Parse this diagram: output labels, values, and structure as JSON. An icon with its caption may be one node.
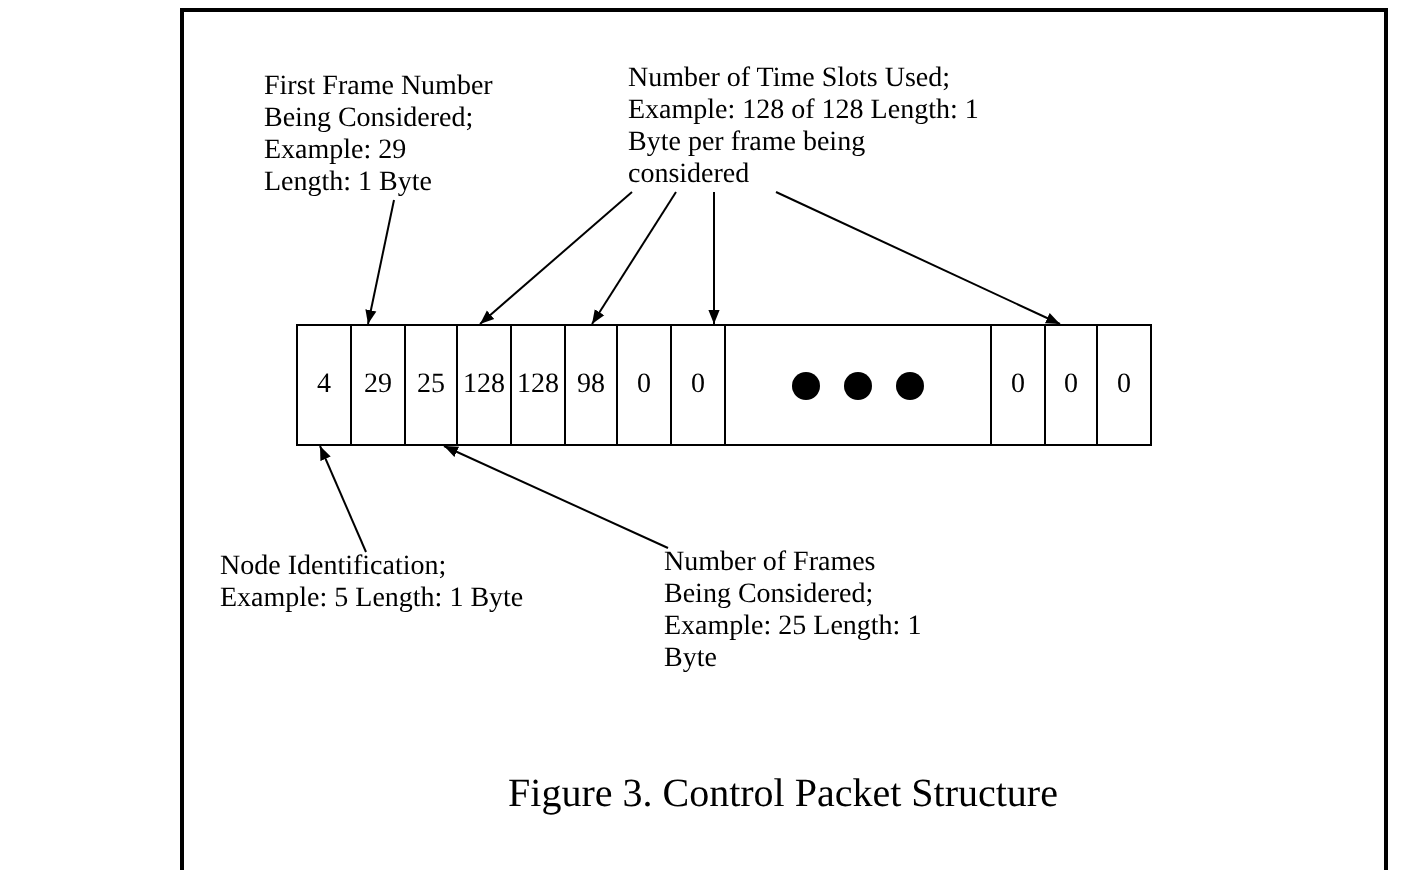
{
  "diagram": {
    "caption": "Figure 3. Control Packet Structure",
    "nodes": [
      {
        "text": [
          "First Frame Number Being Considered; Example: 29 Length: 1 Byte"
        ]
      },
      {
        "text": [
          "Number of Time Slots Used; Example: 128 of 128 Length: 1 Byte per frame being considered"
        ]
      },
      {
        "text": [
          "4"
        ]
      },
      {
        "text": [
          "29"
        ]
      },
      {
        "text": [
          "25"
        ]
      },
      {
        "text": [
          "128"
        ]
      },
      {
        "text": [
          "128"
        ]
      },
      {
        "text": [
          "98"
        ]
      },
      {
        "text": [
          "0"
        ]
      },
      {
        "text": [
          "0"
        ]
      },
      {
        "text": [],
        "shape": "box"
      },
      {
        "text": [
          "0"
        ]
      },
      {
        "text": [
          "0"
        ]
      },
      {
        "text": [
          "0"
        ]
      },
      {
        "text": [
          "Node Identification; Example: 5 Length: 1 Byte"
        ]
      },
      {
        "text": [
          "Number of Frames Being Considered; Example: 25 Length: 1 Byte"
        ]
      }
    ],
    "edges": [
      {
        "from": 0,
        "to": 3,
        "arrow": "to"
      },
      {
        "from": 1,
        "to": 5,
        "arrow": "to"
      },
      {
        "from": 1,
        "to": 7,
        "arrow": "to"
      },
      {
        "from": 1,
        "to": 9,
        "arrow": "to"
      },
      {
        "from": 1,
        "to": 12,
        "arrow": "to"
      },
      {
        "from": 14,
        "to": 2,
        "arrow": "to"
      },
      {
        "from": 15,
        "to": 4,
        "arrow": "to"
      }
    ]
  }
}
